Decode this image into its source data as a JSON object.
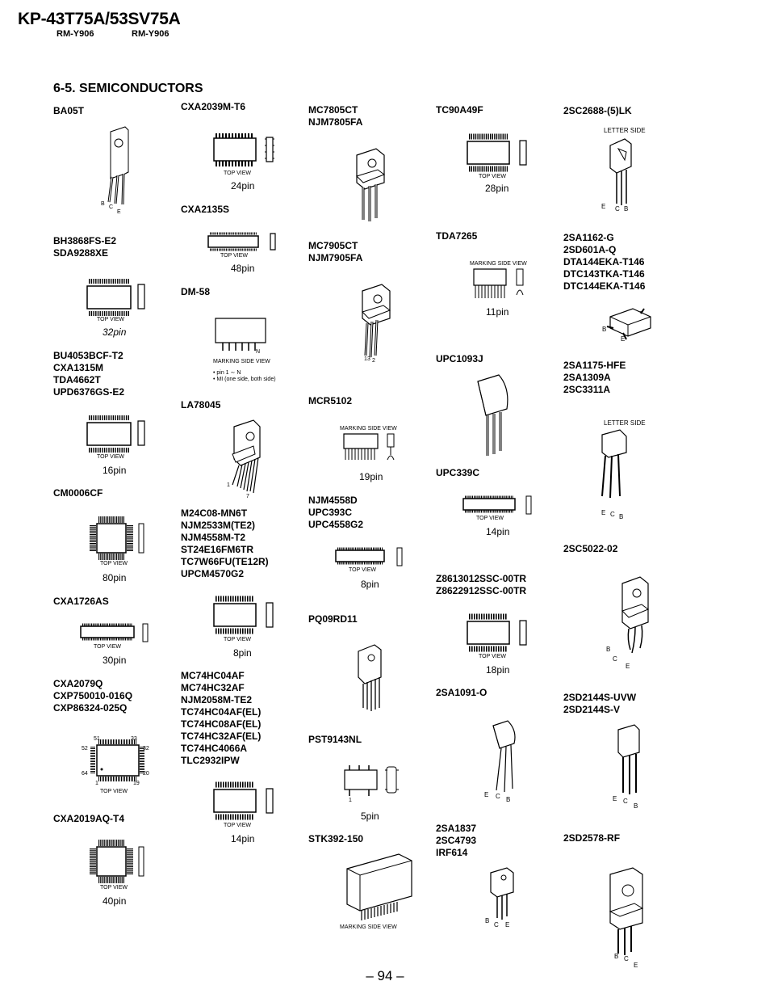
{
  "header": {
    "title": "KP-43T75A/53SV75A",
    "remote_1": "RM-Y906",
    "remote_2": "RM-Y906"
  },
  "section_title": "6-5. SEMICONDUCTORS",
  "page_number": "– 94 –",
  "parts": {
    "ba05t": [
      "BA05T"
    ],
    "bh3868": [
      "BH3868FS-E2",
      "SDA9288XE"
    ],
    "bu4053": [
      "BU4053BCF-T2",
      "CXA1315M",
      "TDA4662T",
      "UPD6376GS-E2"
    ],
    "cm0006": [
      "CM0006CF"
    ],
    "cxa1726": [
      "CXA1726AS"
    ],
    "cxa2079": [
      "CXA2079Q",
      "CXP750010-016Q",
      "CXP86324-025Q"
    ],
    "cxa2019": [
      "CXA2019AQ-T4"
    ],
    "cxa2039": [
      "CXA2039M-T6"
    ],
    "cxa2135": [
      "CXA2135S"
    ],
    "dm58": [
      "DM-58"
    ],
    "la78045": [
      "LA78045"
    ],
    "m24c08": [
      "M24C08-MN6T",
      "NJM2533M(TE2)",
      "NJM4558M-T2",
      "ST24E16FM6TR",
      "TC7W66FU(TE12R)",
      "UPCM4570G2"
    ],
    "mc74hc04": [
      "MC74HC04AF",
      "MC74HC32AF",
      "NJM2058M-TE2",
      "TC74HC04AF(EL)",
      "TC74HC08AF(EL)",
      "TC74HC32AF(EL)",
      "TC74HC4066A",
      "TLC2932IPW"
    ],
    "mc7805": [
      "MC7805CT",
      "NJM7805FA"
    ],
    "mc7905": [
      "MC7905CT",
      "NJM7905FA"
    ],
    "mcr5102": [
      "MCR5102"
    ],
    "njm4558d": [
      "NJM4558D",
      "UPC393C",
      "UPC4558G2"
    ],
    "pq09rd11": [
      "PQ09RD11"
    ],
    "pst9143": [
      "PST9143NL"
    ],
    "stk392": [
      "STK392-150"
    ],
    "tc90a49f": [
      "TC90A49F"
    ],
    "tda7265": [
      "TDA7265"
    ],
    "upc1093j": [
      "UPC1093J"
    ],
    "upc339c": [
      "UPC339C"
    ],
    "z8613": [
      "Z8613012SSC-00TR",
      "Z8622912SSC-00TR"
    ],
    "sa1091": [
      "2SA1091-O"
    ],
    "sa1837": [
      "2SA1837",
      "2SC4793",
      "IRF614"
    ],
    "sc2688": [
      "2SC2688-(5)LK"
    ],
    "sa1162": [
      "2SA1162-G",
      "2SD601A-Q",
      "DTA144EKA-T146",
      "DTC143TKA-T146",
      "DTC144EKA-T146"
    ],
    "sa1175": [
      "2SA1175-HFE",
      "2SA1309A",
      "2SC3311A"
    ],
    "sc5022": [
      "2SC5022-02"
    ],
    "sd2144": [
      "2SD2144S-UVW",
      "2SD2144S-V"
    ],
    "sd2578": [
      "2SD2578-RF"
    ]
  },
  "labels": {
    "top_view": "TOP VIEW",
    "marking_side_view": "MARKING SIDE VIEW",
    "letter_side": "LETTER SIDE",
    "pin_24": "24pin",
    "pin_48": "48pin",
    "pin_32": "32pin",
    "pin_16": "16pin",
    "pin_80": "80pin",
    "pin_30": "30pin",
    "pin_40": "40pin",
    "pin_8": "8pin",
    "pin_14": "14pin",
    "pin_19": "19pin",
    "pin_5": "5pin",
    "pin_28": "28pin",
    "pin_11": "11pin",
    "pin_18": "18pin",
    "dm58_note_1": "• pin      1 ∼ N",
    "dm58_note_2": "• MI (one side, both side)",
    "b": "B",
    "c": "C",
    "e": "E",
    "n": "N",
    "one": "1",
    "two": "2",
    "three": "3",
    "seven": "7",
    "twelve": "12",
    "p51": "51",
    "p33": "33",
    "p52": "52",
    "p32": "32",
    "p64": "64",
    "p20": "20",
    "p19": "19"
  }
}
